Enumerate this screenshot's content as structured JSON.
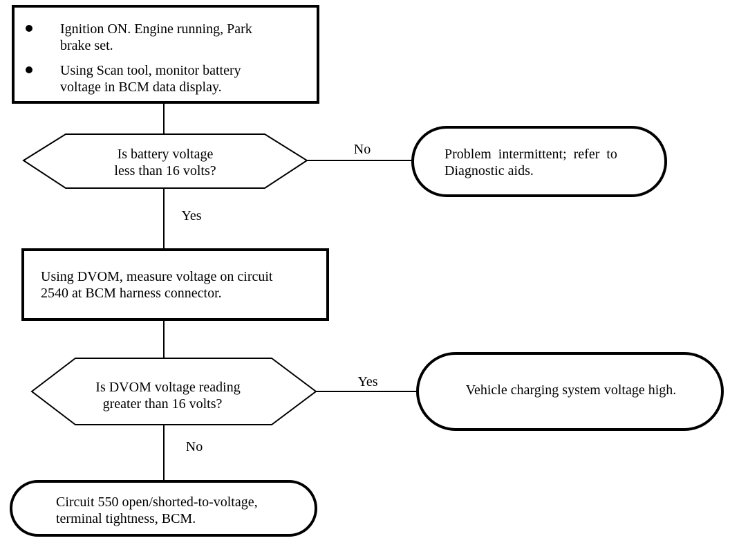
{
  "start_box": {
    "bullets": [
      [
        "Ignition ON. Engine running, Park",
        "brake set."
      ],
      [
        "Using Scan tool, monitor battery",
        "voltage in BCM data display."
      ]
    ]
  },
  "decision_1": {
    "lines": [
      "Is battery voltage",
      "less than 16 volts?"
    ],
    "no_label": "No",
    "yes_label": "Yes"
  },
  "result_1": {
    "lines": [
      "Problem  intermittent;  refer  to",
      "Diagnostic aids."
    ]
  },
  "step_2": {
    "lines": [
      "Using DVOM, measure voltage on circuit",
      "2540 at BCM harness connector."
    ]
  },
  "decision_2": {
    "lines": [
      "Is DVOM voltage reading",
      "greater than 16 volts?"
    ],
    "yes_label": "Yes",
    "no_label": "No"
  },
  "result_2": {
    "lines": [
      "Vehicle charging system voltage high."
    ]
  },
  "result_3": {
    "lines": [
      "Circuit 550 open/shorted-to-voltage,",
      "terminal tightness, BCM."
    ]
  }
}
